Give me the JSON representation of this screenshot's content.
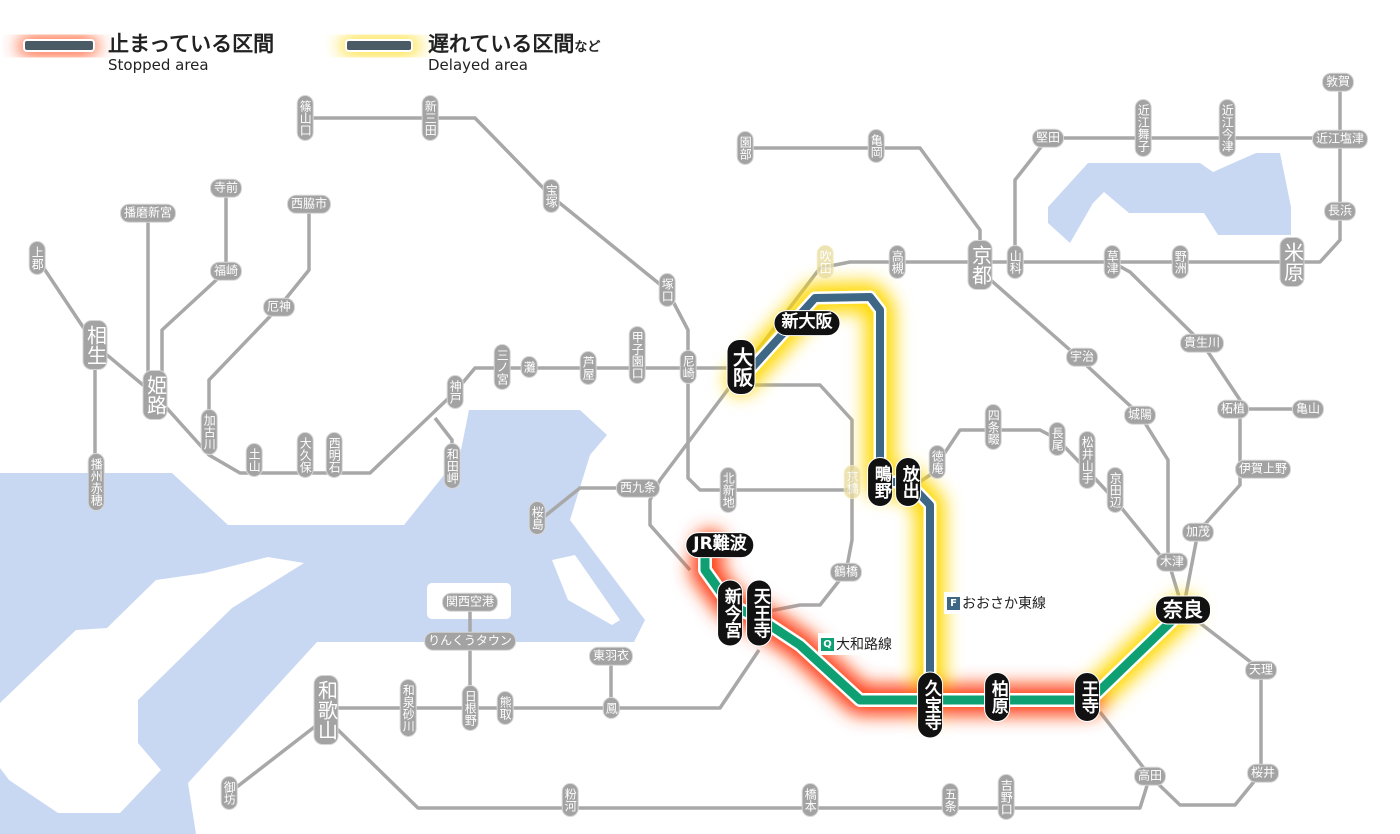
{
  "legend": {
    "stopped_jp": "止まっている区間",
    "stopped_en": "Stopped area",
    "delayed_jp": "遅れている区間",
    "delayed_suffix": "など",
    "delayed_en": "Delayed area"
  },
  "colors": {
    "stopped_glow": "#ff3a10",
    "delayed_glow": "#ffd800",
    "line_gray": "#a8a8a8",
    "water": "#c9d8f2",
    "osaka_higashi": "#3d6784",
    "yamatoji": "#0ea073"
  },
  "lines": {
    "osaka_higashi": {
      "symbol": "F",
      "name": "おおさか東線",
      "status": "delayed"
    },
    "yamatoji": {
      "symbol": "Q",
      "name": "大和路線",
      "status": "stopped"
    }
  },
  "stations": [
    "篠山口",
    "新三田",
    "宝塚",
    "塚口",
    "尼崎",
    "甲子園口",
    "芦屋",
    "灘",
    "三ノ宮",
    "神戸",
    "和田岬",
    "西明石",
    "大久保",
    "土山",
    "加古川",
    "厄神",
    "西脇市",
    "福崎",
    "寺前",
    "播磨新宮",
    "姫路",
    "相生",
    "上郡",
    "播州赤穂",
    "園部",
    "亀岡",
    "京都",
    "山科",
    "堅田",
    "近江舞子",
    "近江今津",
    "近江塩津",
    "敦賀",
    "長浜",
    "米原",
    "野洲",
    "草津",
    "高槻",
    "吹田",
    "宇治",
    "城陽",
    "貴生川",
    "柘植",
    "亀山",
    "伊賀上野",
    "加茂",
    "木津",
    "天理",
    "桜井",
    "高田",
    "京橋",
    "徳庵",
    "四条畷",
    "長尾",
    "松井山手",
    "京田辺",
    "北新地",
    "西九条",
    "桜島",
    "鶴橋",
    "関西空港",
    "りんくうタウン",
    "東羽衣",
    "鳳",
    "熊取",
    "日根野",
    "和泉砂川",
    "和歌山",
    "御坊",
    "粉河",
    "橋本",
    "五条",
    "吉野口"
  ],
  "affected_stations": [
    "大阪",
    "新大阪",
    "奈良",
    "王寺",
    "柏原",
    "久宝寺",
    "放出",
    "鴫野",
    "天王寺",
    "新今宮",
    "JR難波"
  ]
}
